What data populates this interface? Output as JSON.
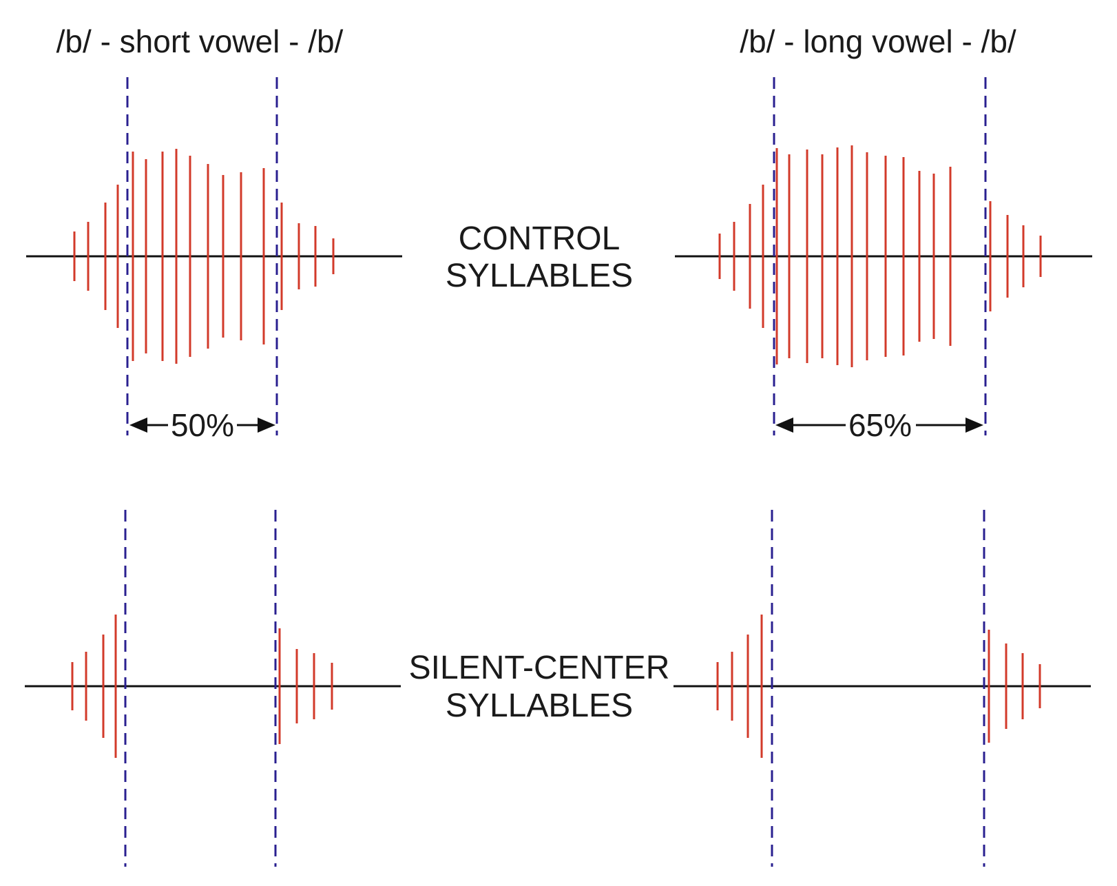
{
  "headers": {
    "left": "/b/ - short vowel - /b/",
    "right": "/b/ - long vowel - /b/"
  },
  "labels": {
    "control_line1": "CONTROL",
    "control_line2": "SYLLABLES",
    "silent_line1": "SILENT-CENTER",
    "silent_line2": "SYLLABLES"
  },
  "durations": {
    "short_vowel": "50%",
    "long_vowel": "65%"
  },
  "colors": {
    "waveform": "#d23a2a",
    "boundary": "#2a2090",
    "baseline": "#111111",
    "arrow": "#111111"
  },
  "waveform_amplitudes": {
    "short_onset": [
      36,
      50,
      78,
      104
    ],
    "short_vowel": [
      152,
      141,
      152,
      156,
      146,
      134,
      118,
      122,
      128
    ],
    "short_offset": [
      78,
      48,
      44,
      26
    ],
    "long_onset": [
      33,
      50,
      76,
      104
    ],
    "long_vowel": [
      157,
      148,
      155,
      148,
      158,
      161,
      151,
      146,
      144,
      124,
      120,
      130
    ],
    "long_offset": [
      80,
      60,
      45,
      30
    ],
    "silent_short_onset": [
      35,
      50,
      75,
      104
    ],
    "silent_short_offset": [
      84,
      54,
      48,
      34
    ],
    "silent_long_onset": [
      35,
      50,
      75,
      104
    ],
    "silent_long_offset": [
      82,
      62,
      48,
      32
    ]
  }
}
